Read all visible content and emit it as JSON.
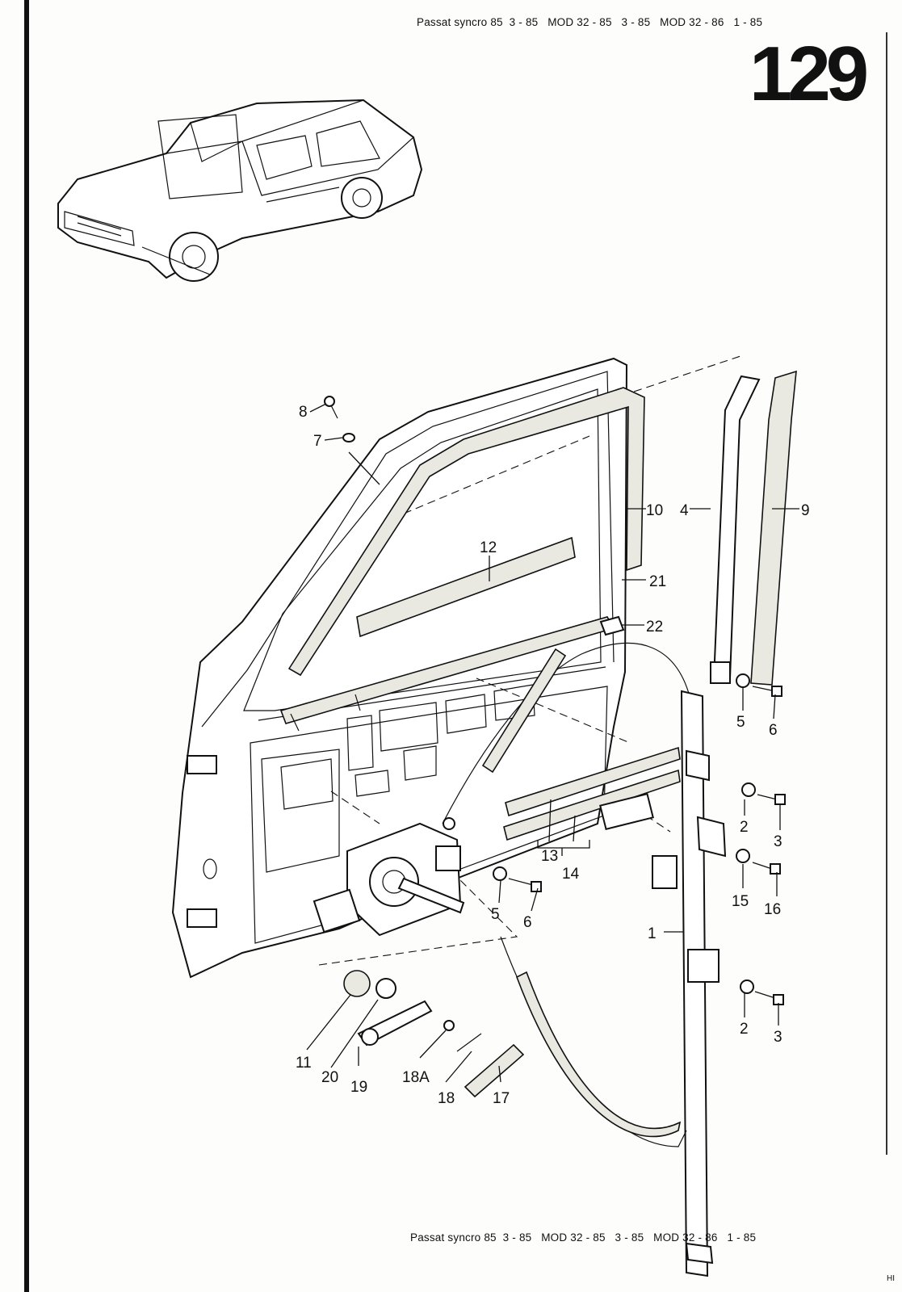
{
  "header": {
    "model_line": "Passat syncro 85  3 - 85   MOD 32 - 85   3 - 85   MOD 32 - 86   1 - 85",
    "page_number": "129"
  },
  "footer": {
    "model_line": "Passat syncro 85  3 - 85   MOD 32 - 85   3 - 85   MOD 32 - 86   1 - 85",
    "corner_code": "HI"
  },
  "callouts": {
    "c1": "1",
    "c2a": "2",
    "c2b": "2",
    "c3a": "3",
    "c3b": "3",
    "c4": "4",
    "c5a": "5",
    "c5b": "5",
    "c6a": "6",
    "c6b": "6",
    "c7": "7",
    "c8": "8",
    "c9": "9",
    "c10": "10",
    "c11": "11",
    "c12": "12",
    "c13": "13",
    "c14": "14",
    "c15": "15",
    "c16": "16",
    "c17": "17",
    "c18": "18",
    "c18a": "18A",
    "c19": "19",
    "c20": "20",
    "c21": "21",
    "c22": "22"
  },
  "icons": {
    "vehicle": "car-illustration-icon",
    "door": "door-frame-icon",
    "regulator": "window-regulator-icon"
  }
}
